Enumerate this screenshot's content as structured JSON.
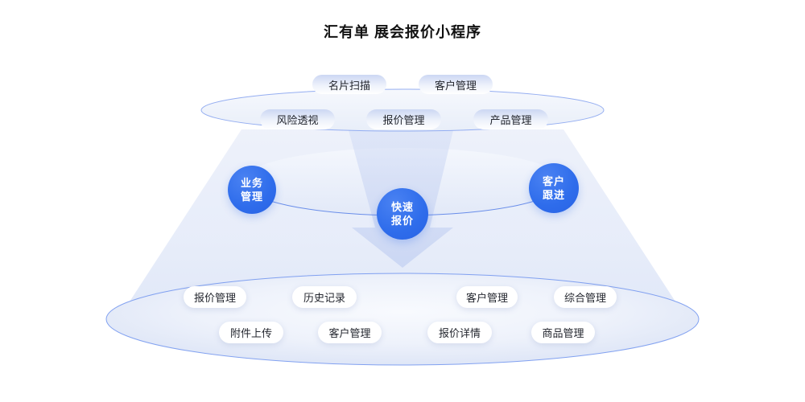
{
  "title": "汇有单 展会报价小程序",
  "colors": {
    "accent_blue": "#2E6CEB",
    "edge_stroke_blue": "#6F93EE",
    "funnel_fill": "#CCD8F4",
    "pill_gradient_top": "#CCD7F3"
  },
  "top_ellipse": {
    "floating_pills": [
      {
        "label": "名片扫描"
      },
      {
        "label": "客户管理"
      }
    ],
    "pills": [
      {
        "label": "风险透视"
      },
      {
        "label": "报价管理"
      },
      {
        "label": "产品管理"
      }
    ]
  },
  "mid_layer": {
    "circles": [
      {
        "line1": "业务",
        "line2": "管理"
      },
      {
        "line1": "快速",
        "line2": "报价"
      },
      {
        "line1": "客户",
        "line2": "跟进"
      }
    ]
  },
  "bottom_ellipse": {
    "row1": [
      {
        "label": "报价管理"
      },
      {
        "label": "历史记录"
      },
      {
        "label": "客户管理"
      },
      {
        "label": "综合管理"
      }
    ],
    "row2": [
      {
        "label": "附件上传"
      },
      {
        "label": "客户管理"
      },
      {
        "label": "报价详情"
      },
      {
        "label": "商品管理"
      }
    ]
  }
}
